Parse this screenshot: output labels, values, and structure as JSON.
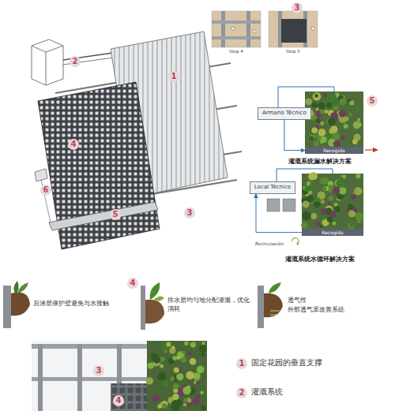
{
  "diagram": {
    "nodes": [
      {
        "text": [
          "Armario Técnico"
        ]
      },
      {
        "text": [
          "Recogida"
        ]
      },
      {
        "text": [
          "Local Técnico"
        ]
      },
      {
        "text": [
          "Recogida"
        ]
      }
    ],
    "edges": [
      {
        "from": 0,
        "to": 1,
        "arrow": "to"
      },
      {
        "from": 3,
        "to": 2,
        "arrow": "to"
      }
    ],
    "labels": [
      "2",
      "1",
      "4",
      "3",
      "6",
      "5",
      "3",
      "Step 4",
      "Step 5",
      "5",
      "灌溉系统漏水解决方案",
      "Recirculación",
      "灌溉系统水循环解决方案",
      "4",
      "后涂层保护壁避免与水接触",
      "排水层均匀地分配灌溉，优化消耗",
      "透气性",
      "外部透气罩改善系统",
      "3",
      "4",
      "1",
      "固定花园的垂直支撑",
      "2",
      "灌溉系统"
    ]
  }
}
